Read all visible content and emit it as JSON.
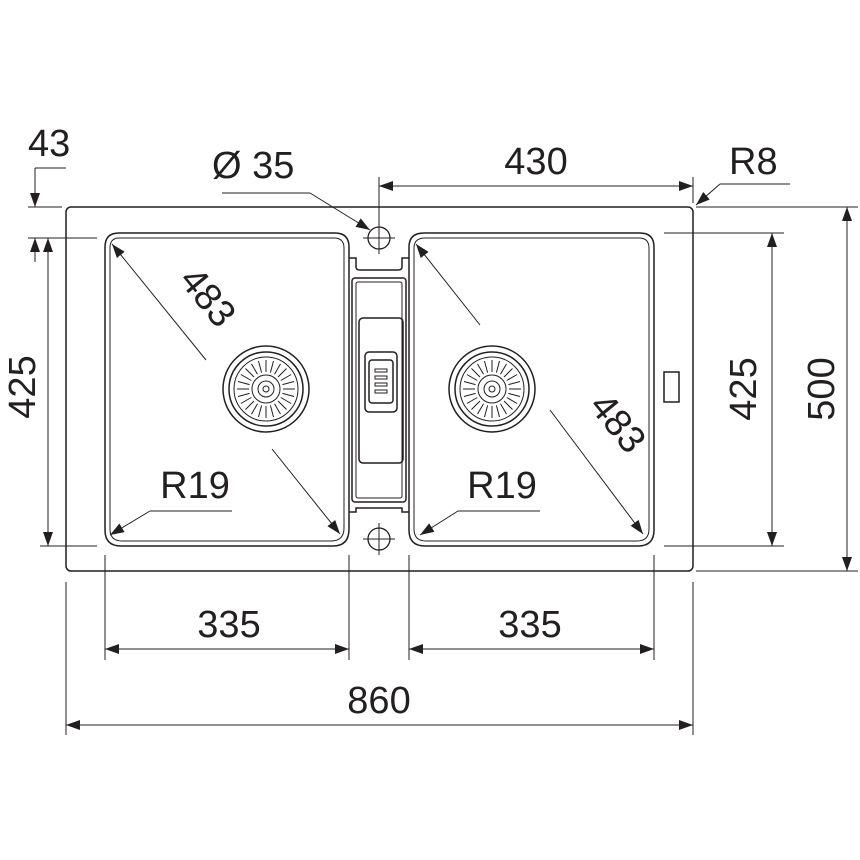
{
  "dimensions": {
    "overall_width": "860",
    "overall_depth": "500",
    "bowl_width_left": "335",
    "bowl_width_right": "335",
    "bowl_depth_left": "425",
    "bowl_depth_right": "425",
    "bowl_diagonal_left": "483",
    "bowl_diagonal_right": "483",
    "bowl_radius_left": "R19",
    "bowl_radius_right": "R19",
    "edge_offset": "43",
    "tap_hole_diameter": "Ø 35",
    "tap_hole_distance": "430",
    "corner_radius": "R8"
  },
  "colors": {
    "line": "#231f20",
    "background": "#ffffff"
  }
}
